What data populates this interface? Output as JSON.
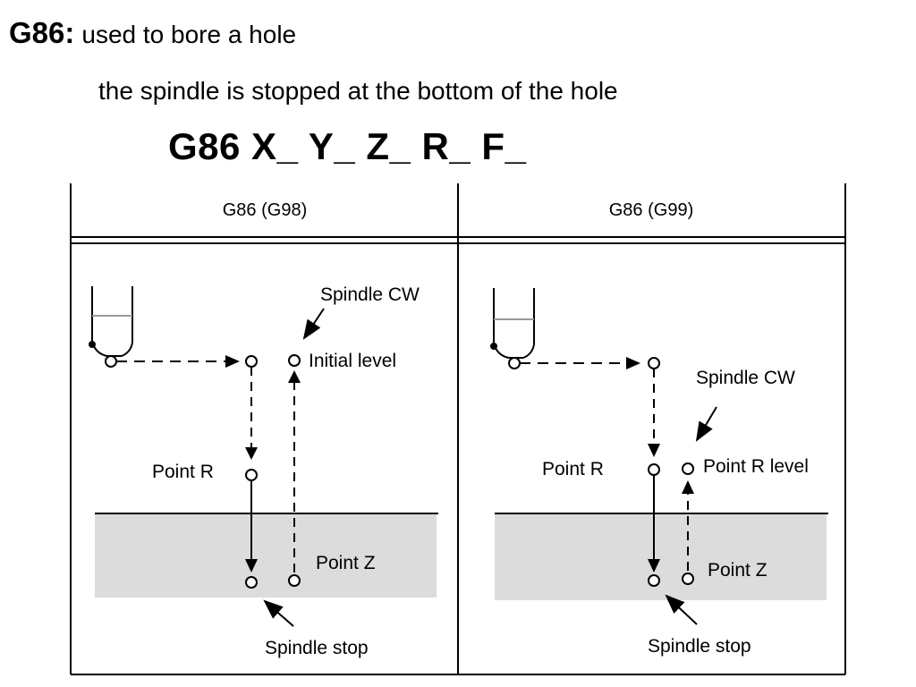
{
  "title": {
    "code": "G86:",
    "description": "used to bore a hole",
    "subtitle": "the spindle is stopped at the bottom of the hole",
    "syntax": "G86 X_ Y_ Z_ R_ F_"
  },
  "panels": [
    {
      "header": "G86 (G98)",
      "labels": {
        "spindle_cw": "Spindle CW",
        "level": "Initial level",
        "point_r": "Point R",
        "point_z": "Point Z",
        "spindle_stop": "Spindle stop"
      }
    },
    {
      "header": "G86 (G99)",
      "labels": {
        "spindle_cw": "Spindle CW",
        "level": "Point R level",
        "point_r": "Point R",
        "point_z": "Point Z",
        "spindle_stop": "Spindle stop"
      }
    }
  ],
  "colors": {
    "workpiece_fill": "#dcdcdc",
    "line": "#000000"
  }
}
